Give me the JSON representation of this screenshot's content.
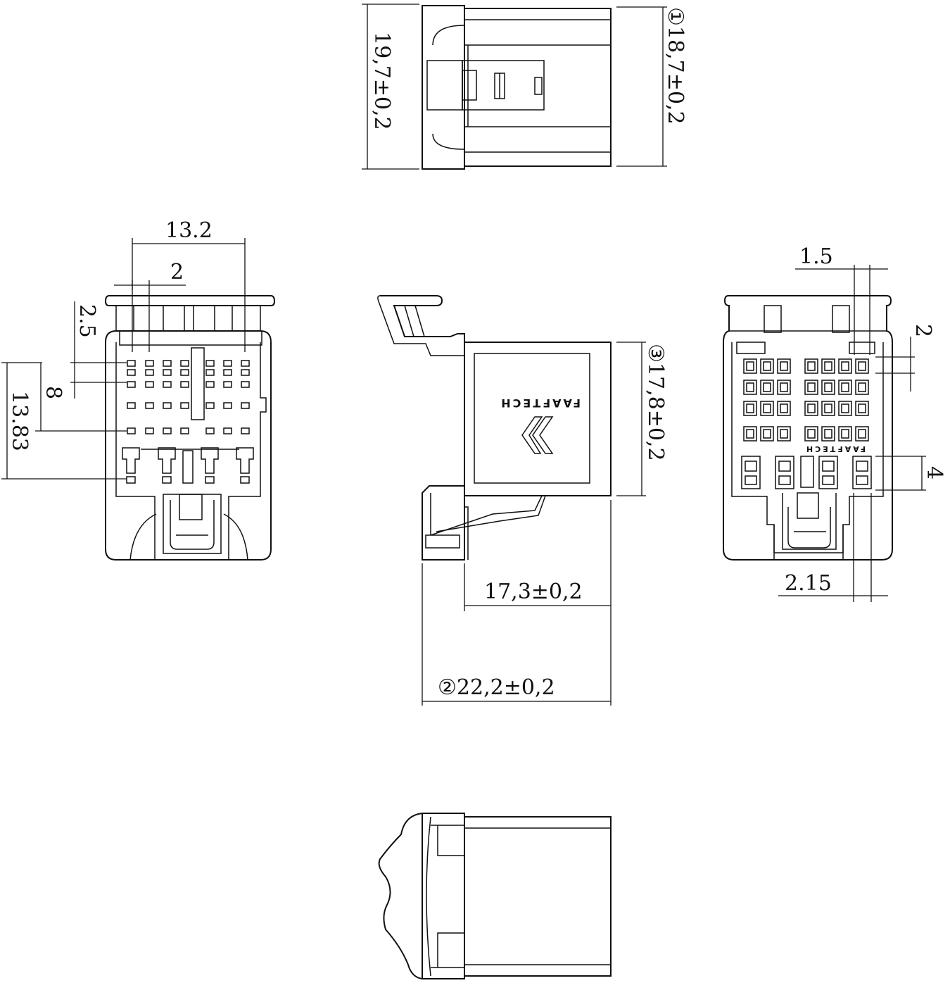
{
  "dimensions": {
    "top_height": "19,7±0,2",
    "top_width": "①18,7±0,2",
    "left_width": "13.2",
    "left_pitch": "2",
    "left_offset": "2.5",
    "left_rows": "8",
    "left_height": "13.83",
    "side_height": "③17,8±0,2",
    "side_depth": "17,3±0,2",
    "side_total": "②22,2±0,2",
    "right_gap": "1.5",
    "right_pitch": "2",
    "right_row": "4",
    "right_offset": "2.15"
  },
  "labels": {
    "brand": "FAAFTECH"
  },
  "colors": {
    "line": "#111111",
    "background": "#ffffff"
  }
}
